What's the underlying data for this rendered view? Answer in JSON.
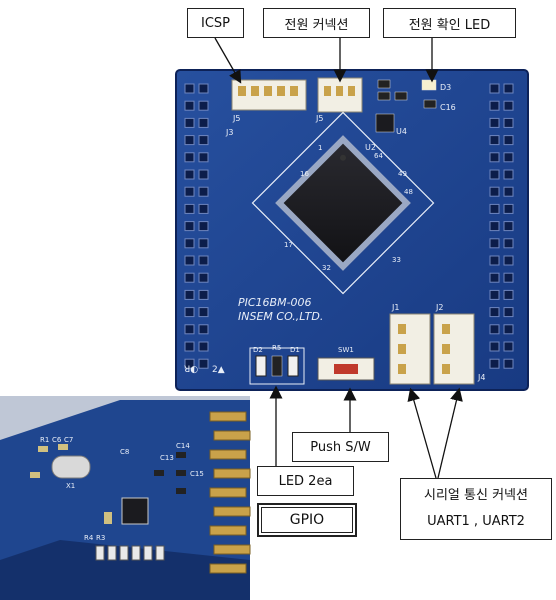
{
  "callouts": {
    "icsp": "ICSP",
    "power_connector": "전원 커넥션",
    "power_led": "전원 확인 LED",
    "push_sw": "Push S/W",
    "led_2ea": "LED 2ea",
    "gpio": "GPIO",
    "serial_line1": "시리얼 통신 커넥션",
    "serial_line2": "UART1 , UART2"
  },
  "board": {
    "model": "PIC16BM-006",
    "maker": "INSEM CO.,LTD.",
    "chip_ref": "U2",
    "icsp_ref": "J5",
    "power_ref": "J5",
    "header_ref": "J3",
    "reg_ref": "U4",
    "led_ref": "D3",
    "cap_ref": "C16",
    "led2_ref": "D2",
    "res_ref": "R5",
    "led1_ref": "D1",
    "sw_ref": "SW1",
    "uart1_ref": "J1",
    "uart2_ref": "J2",
    "j4_ref": "J4",
    "rev_mark": "2▲",
    "pin_1": "1",
    "pin_16": "16",
    "pin_17": "17",
    "pin_32": "32",
    "pin_33": "33",
    "pin_48": "48",
    "pin_49": "49",
    "pin_64": "64",
    "rs_refs": [
      "R1",
      "C6",
      "C7",
      "X1",
      "C8",
      "C13",
      "C14",
      "C15",
      "R4",
      "R3"
    ]
  },
  "colors": {
    "pcb_blue": "#1d3f8e",
    "pcb_dark": "#112a66",
    "silkscreen": "#e8eef8",
    "gold_pad": "#c9a24a",
    "chip_black": "#1b1b1f",
    "connector_white": "#f2efe4"
  }
}
